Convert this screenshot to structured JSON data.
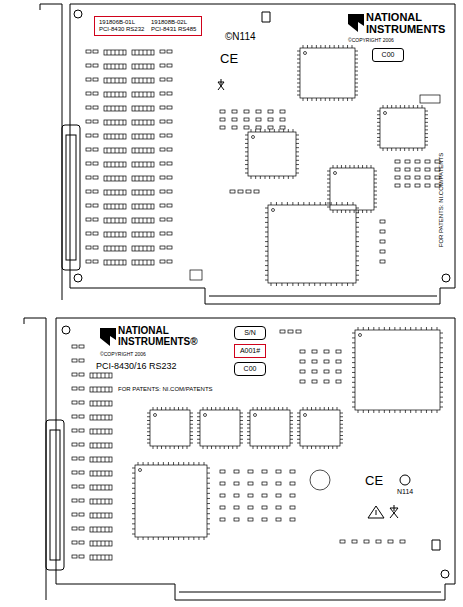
{
  "diagram": {
    "nodes": [
      {
        "text": [
          "191806B-01L PCI-8430 RS232",
          "191808B-02L PCI-8431 RS485"
        ]
      },
      {
        "text": [
          "C00"
        ]
      },
      {
        "text": [
          "S/N"
        ]
      },
      {
        "text": [
          "A001#"
        ]
      },
      {
        "text": [
          "C00"
        ]
      }
    ],
    "labels": [
      "NATIONAL INSTRUMENTS",
      "©COPYRIGHT 2006",
      "©N114",
      "CE",
      "FOR PATENTS: NI.COM/PATENTS",
      "NATIONAL INSTRUMENTS®",
      "©COPYRIGHT 2006",
      "PCI-8430/16 RS232",
      "FOR PATENTS: NI.COM/PATENTS",
      "CE",
      "N114"
    ]
  }
}
